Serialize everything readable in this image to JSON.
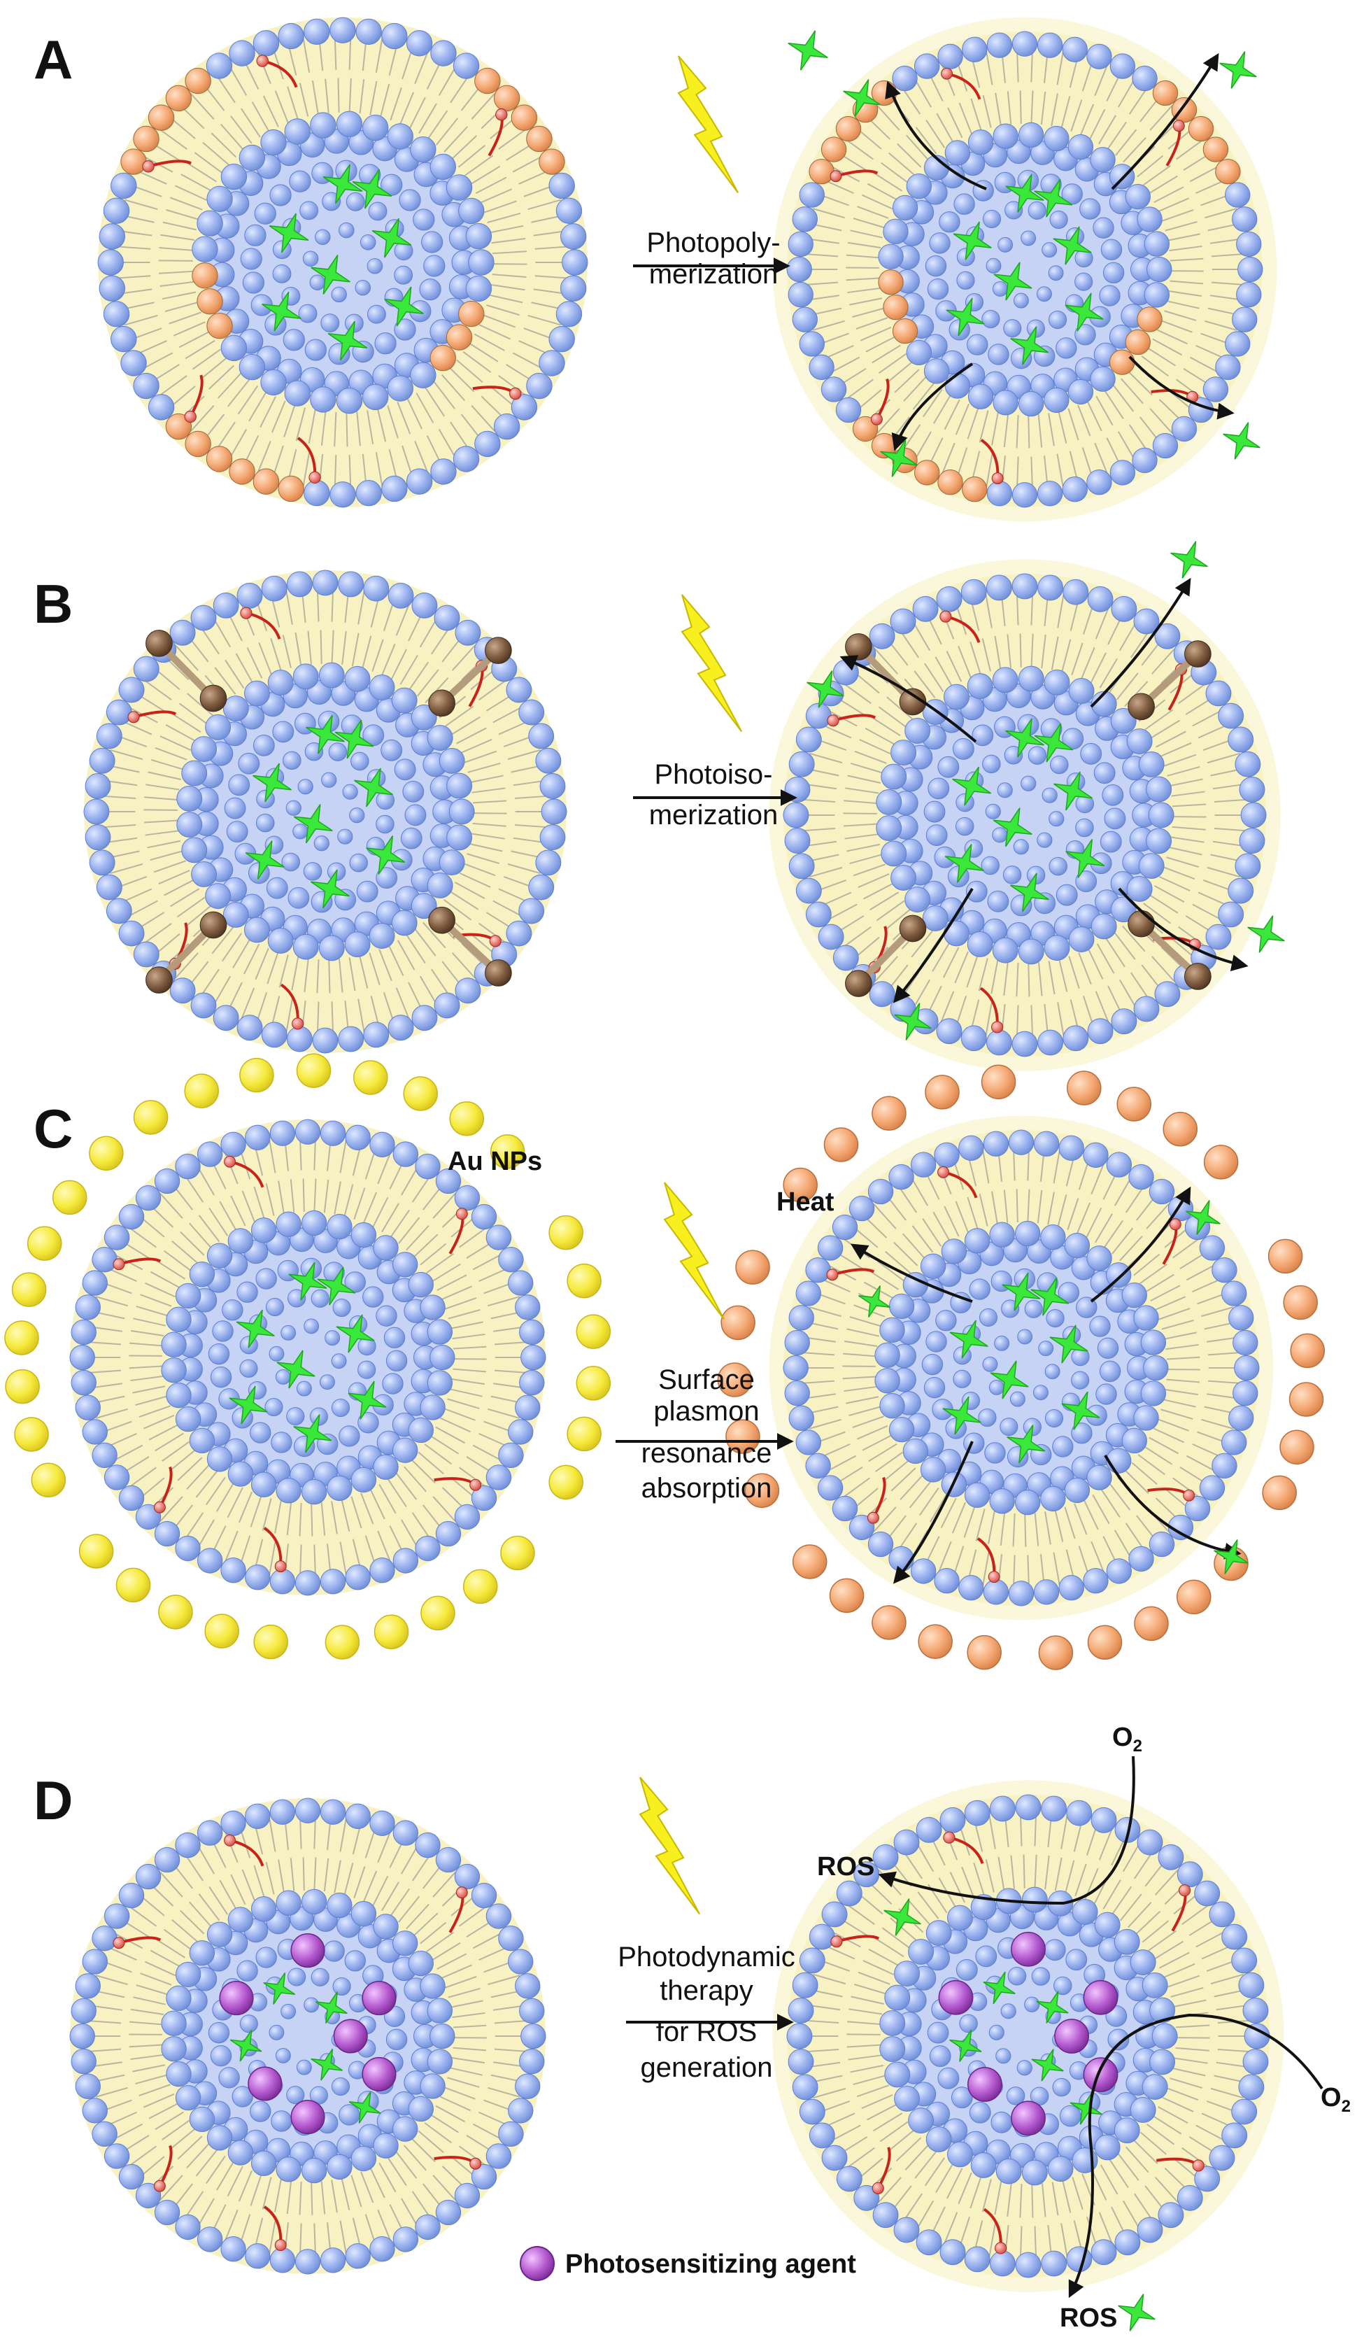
{
  "panels": [
    {
      "letter": "A",
      "process_lines": [
        "Photopoly-",
        "merization"
      ],
      "extra_labels": [],
      "membrane_additive": "orange-lipid",
      "cargo": "green-star-drug"
    },
    {
      "letter": "B",
      "process_lines": [
        "Photoiso-",
        "merization"
      ],
      "extra_labels": [],
      "membrane_additive": "brown-photoswitch",
      "cargo": "green-star-drug"
    },
    {
      "letter": "C",
      "process_lines": [
        "Surface",
        "plasmon",
        "resonance",
        "absorption"
      ],
      "extra_labels": [
        "Au NPs",
        "Heat"
      ],
      "membrane_additive": "gold-nanoparticles",
      "cargo": "green-star-drug"
    },
    {
      "letter": "D",
      "process_lines": [
        "Photodynamic",
        "therapy",
        "for ROS",
        "generation"
      ],
      "extra_labels": [
        "ROS",
        "ROS"
      ],
      "oxygen": {
        "symbol": "O",
        "subscript": "2"
      },
      "membrane_additive": "none",
      "cargo": "purple-photosensitizer"
    }
  ],
  "legend": {
    "label": "Photosensitizing agent"
  },
  "colors": {
    "lipid_head": "#9db4ef",
    "lipid_head_edge": "#5f7fd0",
    "bilayer_fill": "#f8f2c2",
    "drug_star": "#39e83a",
    "orange_lipid": "#f4a873",
    "brown_switch": "#7e5b3f",
    "gold_np": "#f6ea3c",
    "heated_np": "#f3a36d",
    "photosensitizer": "#b55ad0",
    "tether_red": "#c8231b",
    "lightning": "#f7ef1e"
  }
}
